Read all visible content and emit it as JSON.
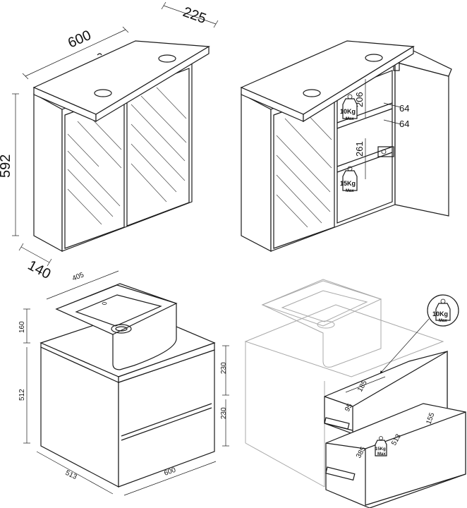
{
  "mirror_cabinet": {
    "width": "600",
    "depth": "225",
    "height": "592",
    "wall_depth": "140"
  },
  "cabinet_interior": {
    "shelf_upper_height": "206",
    "shelf_lower_height": "261",
    "gap_top": "64",
    "gap_bottom": "64",
    "upper_load": "10Kg",
    "lower_load": "15Kg",
    "load_suffix": "Max"
  },
  "vanity": {
    "basin_width": "405",
    "basin_height": "160",
    "unit_height": "512",
    "drawer_top_height": "230",
    "drawer_bottom_height": "230",
    "unit_depth": "513",
    "unit_width": "600"
  },
  "drawers": {
    "callout_load": "10Kg",
    "callout_suffix": "Max",
    "inner_load": "15Kg",
    "inner_suffix": "Max",
    "inner_height_upper": "185",
    "side_height_upper": "95",
    "inner_height_lower": "155",
    "inner_depth": "513",
    "inner_width": "385"
  }
}
